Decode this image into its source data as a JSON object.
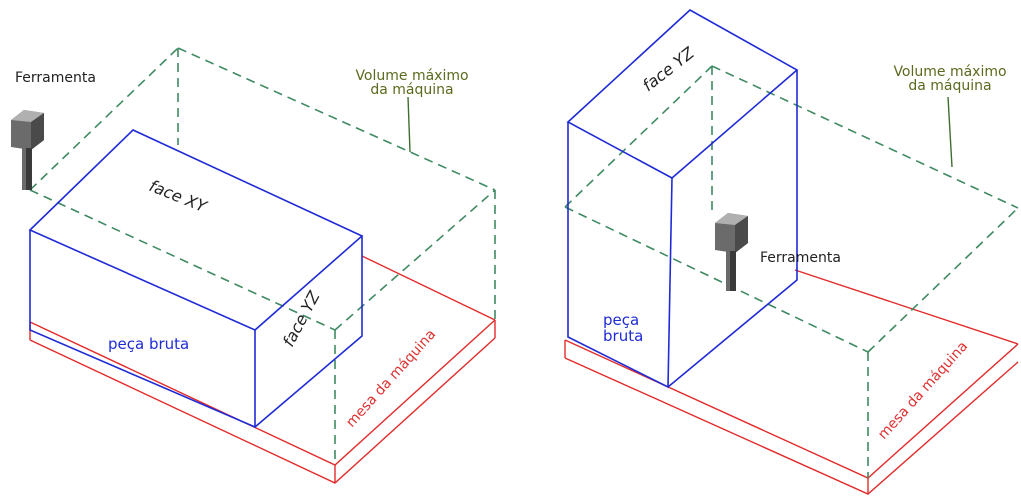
{
  "left": {
    "tool_label": "Ferramenta",
    "volume_label_line1": "Volume máximo",
    "volume_label_line2": "da máquina",
    "face_xy": "face XY",
    "face_yz": "face YZ",
    "workpiece_label": "peça bruta",
    "table_label": "mesa da máquina"
  },
  "right": {
    "tool_label": "Ferramenta",
    "volume_label_line1": "Volume máximo",
    "volume_label_line2": "da máquina",
    "face_yz": "face YZ",
    "workpiece_line1": "peça",
    "workpiece_line2": "bruta",
    "table_label": "mesa da máquina"
  },
  "colors": {
    "workpiece": "#1f2bd6",
    "machine_table": "#e32a2a",
    "machine_volume": "#3f8a62",
    "labels_green": "#5a6a1e"
  }
}
